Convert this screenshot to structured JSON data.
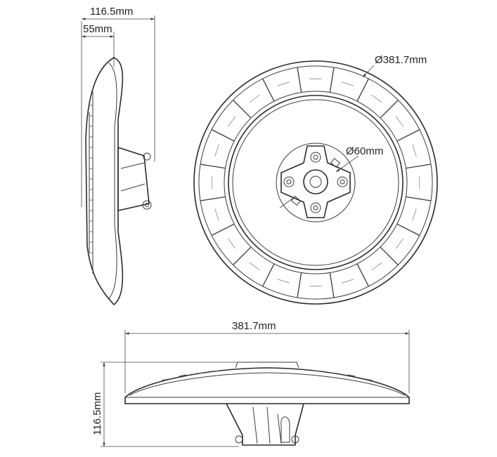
{
  "dimensions": {
    "side_total_depth": "116.5mm",
    "side_body_depth": "55mm",
    "outer_diameter": "Ø381.7mm",
    "mount_diameter": "Ø60mm",
    "front_width": "381.7mm",
    "front_height": "116.5mm"
  },
  "views": {
    "side_view": "side-view",
    "top_view": "top-view",
    "front_view": "front-view"
  },
  "colors": {
    "line": "#3a3a3a",
    "text": "#222222",
    "background": "#ffffff"
  }
}
